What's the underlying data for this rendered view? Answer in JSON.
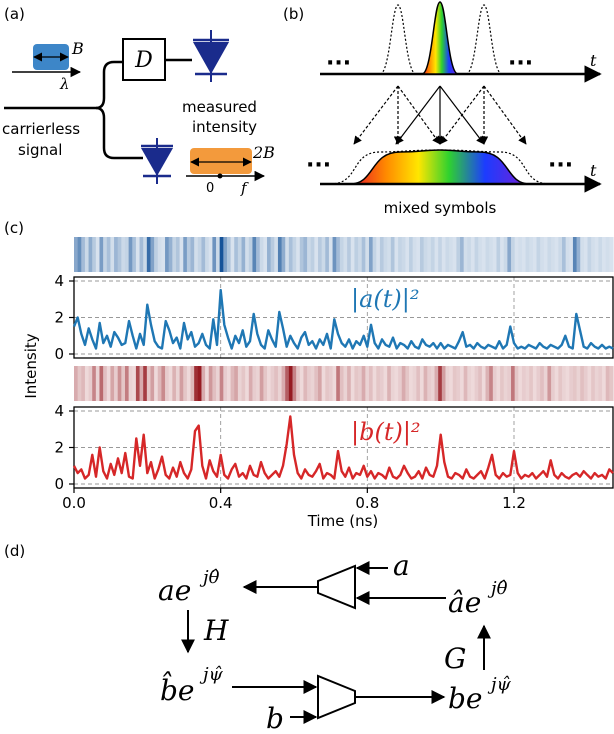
{
  "panel_a": {
    "label": "(a)",
    "bandwidth_label": "B",
    "lambda_label": "λ",
    "detector_box": "D",
    "measured_line1": "measured",
    "measured_line2": "intensity",
    "signal_line1": "carrierless",
    "signal_line2": "signal",
    "double_bw_label": "2B",
    "zero_label": "0",
    "freq_label": "f",
    "colors": {
      "blue_block": "#3d86c8",
      "orange_block": "#f39a3c",
      "diode": "#1a2b8c"
    }
  },
  "panel_b": {
    "label": "(b)",
    "dots": "···",
    "time_label": "t",
    "caption": "mixed symbols"
  },
  "panel_c": {
    "label": "(c)",
    "ylabel": "Intensity",
    "xlabel": "Time (ns)",
    "xticks": [
      "0.0",
      "0.4",
      "0.8",
      "1.2"
    ],
    "yticks": [
      "0",
      "2",
      "4"
    ],
    "top_legend": "|a(t)|²",
    "bottom_legend": "|b(t)|²",
    "colors": {
      "top": "#1f77b4",
      "bottom": "#d62728"
    }
  },
  "chart_data": [
    {
      "type": "line",
      "title": "",
      "xlabel": "Time (ns)",
      "ylabel": "Intensity",
      "xlim": [
        0,
        1.47
      ],
      "ylim": [
        0,
        4
      ],
      "grid": true,
      "series": [
        {
          "name": "|a(t)|²",
          "x": [
            0.0,
            0.01,
            0.02,
            0.03,
            0.04,
            0.05,
            0.06,
            0.07,
            0.08,
            0.09,
            0.1,
            0.11,
            0.12,
            0.13,
            0.14,
            0.15,
            0.16,
            0.17,
            0.18,
            0.19,
            0.2,
            0.21,
            0.22,
            0.23,
            0.24,
            0.25,
            0.26,
            0.27,
            0.28,
            0.29,
            0.3,
            0.31,
            0.32,
            0.33,
            0.34,
            0.35,
            0.36,
            0.37,
            0.38,
            0.39,
            0.4,
            0.41,
            0.42,
            0.43,
            0.44,
            0.45,
            0.46,
            0.47,
            0.48,
            0.49,
            0.5,
            0.51,
            0.52,
            0.53,
            0.54,
            0.55,
            0.56,
            0.57,
            0.58,
            0.59,
            0.6,
            0.61,
            0.62,
            0.63,
            0.64,
            0.65,
            0.66,
            0.67,
            0.68,
            0.69,
            0.7,
            0.71,
            0.72,
            0.73,
            0.74,
            0.75,
            0.76,
            0.77,
            0.78,
            0.79,
            0.8,
            0.81,
            0.82,
            0.83,
            0.84,
            0.85,
            0.86,
            0.87,
            0.88,
            0.89,
            0.9,
            0.91,
            0.92,
            0.93,
            0.94,
            0.95,
            0.96,
            0.97,
            0.98,
            0.99,
            1.0,
            1.01,
            1.02,
            1.03,
            1.04,
            1.05,
            1.06,
            1.07,
            1.08,
            1.09,
            1.1,
            1.11,
            1.12,
            1.13,
            1.14,
            1.15,
            1.16,
            1.17,
            1.18,
            1.19,
            1.2,
            1.21,
            1.22,
            1.23,
            1.24,
            1.25,
            1.26,
            1.27,
            1.28,
            1.29,
            1.3,
            1.31,
            1.32,
            1.33,
            1.34,
            1.35,
            1.36,
            1.37,
            1.38,
            1.39,
            1.4,
            1.41,
            1.42,
            1.43,
            1.44,
            1.45,
            1.46,
            1.47
          ],
          "y": [
            1.5,
            2.0,
            1.1,
            0.5,
            1.4,
            0.8,
            0.3,
            1.7,
            0.6,
            1.0,
            0.4,
            1.2,
            0.9,
            0.5,
            0.6,
            1.8,
            1.0,
            0.3,
            1.1,
            0.5,
            2.7,
            1.6,
            0.7,
            0.4,
            0.3,
            1.8,
            1.3,
            0.6,
            0.9,
            0.3,
            1.7,
            0.8,
            1.2,
            0.4,
            0.6,
            1.1,
            0.5,
            0.3,
            1.9,
            0.5,
            3.5,
            1.6,
            0.9,
            0.3,
            1.0,
            0.6,
            1.3,
            0.4,
            0.7,
            2.2,
            1.1,
            0.5,
            0.3,
            1.3,
            0.8,
            0.4,
            2.3,
            1.4,
            0.4,
            1.0,
            0.6,
            0.3,
            0.9,
            1.2,
            0.5,
            0.7,
            0.3,
            0.8,
            0.5,
            1.1,
            0.3,
            1.9,
            1.1,
            0.6,
            0.4,
            0.8,
            0.3,
            0.7,
            0.5,
            1.0,
            0.4,
            1.6,
            0.6,
            0.3,
            0.8,
            0.5,
            0.4,
            0.9,
            0.3,
            0.6,
            0.5,
            0.3,
            0.7,
            0.4,
            0.3,
            0.8,
            0.5,
            0.4,
            0.6,
            0.3,
            0.6,
            0.3,
            0.5,
            0.4,
            0.3,
            0.7,
            1.2,
            0.4,
            0.5,
            0.3,
            0.6,
            0.4,
            0.3,
            0.5,
            0.4,
            0.3,
            0.7,
            0.3,
            0.5,
            1.5,
            0.6,
            0.3,
            0.4,
            0.3,
            0.5,
            0.4,
            0.3,
            0.6,
            0.4,
            0.3,
            0.5,
            0.4,
            0.3,
            0.5,
            1.0,
            0.4,
            0.3,
            2.2,
            1.3,
            0.4,
            0.3,
            0.6,
            0.4,
            0.3,
            0.5,
            0.3,
            0.4,
            0.3
          ]
        },
        {
          "name": "|b(t)|²",
          "x": [
            0.0,
            0.01,
            0.02,
            0.03,
            0.04,
            0.05,
            0.06,
            0.07,
            0.08,
            0.09,
            0.1,
            0.11,
            0.12,
            0.13,
            0.14,
            0.15,
            0.16,
            0.17,
            0.18,
            0.19,
            0.2,
            0.21,
            0.22,
            0.23,
            0.24,
            0.25,
            0.26,
            0.27,
            0.28,
            0.29,
            0.3,
            0.31,
            0.32,
            0.33,
            0.34,
            0.35,
            0.36,
            0.37,
            0.38,
            0.39,
            0.4,
            0.41,
            0.42,
            0.43,
            0.44,
            0.45,
            0.46,
            0.47,
            0.48,
            0.49,
            0.5,
            0.51,
            0.52,
            0.53,
            0.54,
            0.55,
            0.56,
            0.57,
            0.58,
            0.59,
            0.6,
            0.61,
            0.62,
            0.63,
            0.64,
            0.65,
            0.66,
            0.67,
            0.68,
            0.69,
            0.7,
            0.71,
            0.72,
            0.73,
            0.74,
            0.75,
            0.76,
            0.77,
            0.78,
            0.79,
            0.8,
            0.81,
            0.82,
            0.83,
            0.84,
            0.85,
            0.86,
            0.87,
            0.88,
            0.89,
            0.9,
            0.91,
            0.92,
            0.93,
            0.94,
            0.95,
            0.96,
            0.97,
            0.98,
            0.99,
            1.0,
            1.01,
            1.02,
            1.03,
            1.04,
            1.05,
            1.06,
            1.07,
            1.08,
            1.09,
            1.1,
            1.11,
            1.12,
            1.13,
            1.14,
            1.15,
            1.16,
            1.17,
            1.18,
            1.19,
            1.2,
            1.21,
            1.22,
            1.23,
            1.24,
            1.25,
            1.26,
            1.27,
            1.28,
            1.29,
            1.3,
            1.31,
            1.32,
            1.33,
            1.34,
            1.35,
            1.36,
            1.37,
            1.38,
            1.39,
            1.4,
            1.41,
            1.42,
            1.43,
            1.44,
            1.45,
            1.46,
            1.47
          ],
          "y": [
            1.0,
            0.6,
            0.8,
            0.3,
            0.5,
            1.6,
            0.4,
            2.0,
            0.7,
            0.3,
            1.1,
            0.5,
            1.4,
            0.6,
            1.7,
            0.4,
            0.3,
            2.5,
            1.0,
            2.7,
            0.6,
            1.2,
            0.3,
            0.8,
            1.5,
            0.5,
            0.3,
            0.9,
            0.4,
            1.2,
            0.6,
            0.3,
            0.8,
            2.9,
            3.2,
            1.0,
            0.3,
            1.3,
            0.7,
            0.4,
            1.6,
            0.5,
            0.3,
            0.8,
            1.1,
            0.4,
            0.6,
            0.3,
            1.0,
            0.5,
            0.4,
            1.2,
            0.6,
            0.3,
            0.5,
            0.7,
            0.4,
            1.0,
            2.2,
            3.7,
            1.6,
            0.6,
            0.3,
            0.8,
            0.5,
            0.4,
            0.7,
            1.1,
            0.3,
            0.6,
            0.5,
            0.3,
            1.8,
            0.7,
            0.4,
            0.9,
            0.3,
            0.6,
            0.5,
            1.0,
            0.4,
            0.7,
            0.3,
            0.6,
            0.5,
            0.3,
            0.9,
            0.4,
            0.3,
            0.5,
            1.0,
            0.6,
            0.3,
            0.4,
            0.7,
            0.3,
            0.9,
            0.5,
            0.4,
            1.0,
            2.7,
            1.2,
            0.4,
            0.3,
            0.6,
            0.5,
            0.3,
            0.8,
            0.4,
            0.3,
            0.5,
            0.7,
            0.3,
            0.9,
            1.6,
            0.5,
            0.3,
            0.6,
            0.4,
            0.5,
            1.8,
            0.6,
            0.3,
            0.5,
            0.4,
            0.6,
            0.3,
            0.5,
            0.7,
            0.4,
            1.3,
            0.5,
            0.3,
            0.6,
            0.4,
            0.3,
            0.5,
            0.6,
            0.4,
            0.7,
            0.5,
            0.3,
            0.6,
            0.4,
            0.5,
            0.3,
            0.8,
            0.6
          ]
        }
      ]
    }
  ],
  "panel_d": {
    "label": "(d)",
    "top_left": "ae",
    "top_left_sup": "jθ̂",
    "top_right": "âe",
    "top_right_sup": "jθ̂",
    "input_a": "a",
    "H_label": "H",
    "G_label": "G",
    "bottom_left": "b̂e",
    "bottom_left_sup": "jψ̂",
    "input_b": "b",
    "bottom_right": "be",
    "bottom_right_sup": "jψ̂"
  }
}
